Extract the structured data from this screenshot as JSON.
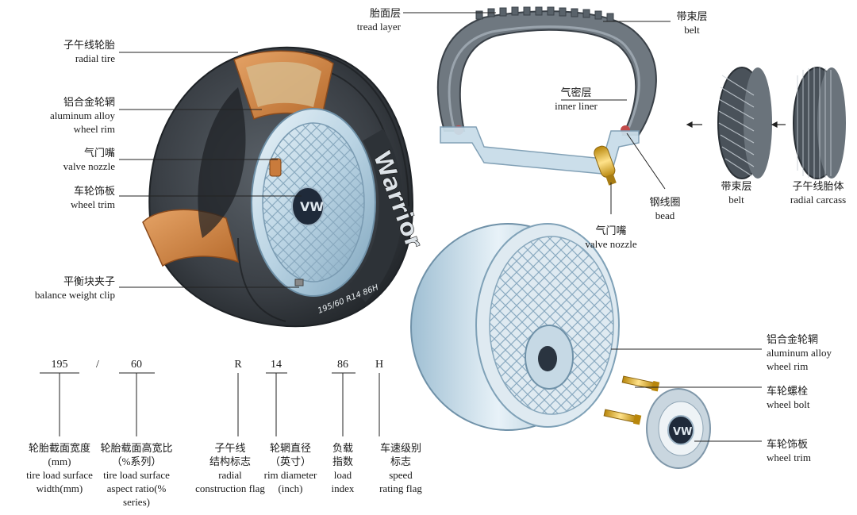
{
  "labels": {
    "radial_tire": {
      "zh": "子午线轮胎",
      "en": "radial tire"
    },
    "aluminum_rim_left": {
      "zh": "铝合金轮辋",
      "en1": "aluminum alloy",
      "en2": "wheel rim"
    },
    "valve_nozzle_left": {
      "zh": "气门嘴",
      "en": "valve nozzle"
    },
    "wheel_trim_left": {
      "zh": "车轮饰板",
      "en": "wheel trim"
    },
    "balance_weight_clip": {
      "zh": "平衡块夹子",
      "en": "balance weight clip"
    },
    "tread_layer": {
      "zh": "胎面层",
      "en": "tread layer"
    },
    "belt_top": {
      "zh": "带束层",
      "en": "belt"
    },
    "inner_liner": {
      "zh": "气密层",
      "en": "inner liner"
    },
    "bead": {
      "zh": "钢线圈",
      "en": "bead"
    },
    "valve_nozzle_right": {
      "zh": "气门嘴",
      "en": "valve nozzle"
    },
    "belt_right": {
      "zh": "带束层",
      "en": "belt"
    },
    "radial_carcass": {
      "zh": "子午线胎体",
      "en": "radial carcass"
    },
    "aluminum_rim_right": {
      "zh": "铝合金轮辋",
      "en1": "aluminum alloy",
      "en2": "wheel rim"
    },
    "wheel_bolt": {
      "zh": "车轮螺栓",
      "en": "wheel bolt"
    },
    "wheel_trim_right": {
      "zh": "车轮饰板",
      "en": "wheel trim"
    }
  },
  "tire_sidewall": {
    "brand": "Warrior",
    "size": "195/60 R14 86H"
  },
  "tire_code": {
    "width": "195",
    "slash": "/",
    "ratio": "60",
    "radial": "R",
    "diameter": "14",
    "load": "86",
    "speed": "H"
  },
  "code_desc": {
    "width": {
      "l1": "轮胎截面宽度",
      "l2": "(mm)",
      "l3": "tire load surface",
      "l4": "width(mm)"
    },
    "ratio": {
      "l1": "轮胎载面高宽比",
      "l2": "（%系列）",
      "l3": "tire load surface",
      "l4": "aspect ratio(%",
      "l5": "series)"
    },
    "radial": {
      "l1": "子午线",
      "l2": "结构标志",
      "l3": "radial",
      "l4": "construction flag"
    },
    "diameter": {
      "l1": "轮辋直径",
      "l2": "（英寸）",
      "l3": "rim diameter",
      "l4": "(inch)"
    },
    "load": {
      "l1": "负载",
      "l2": "指数",
      "l3": "load",
      "l4": "index"
    },
    "speed": {
      "l1": "车速级别",
      "l2": "标志",
      "l3": "speed",
      "l4": "rating flag"
    }
  },
  "colors": {
    "rubber": "#3a3f45",
    "rim": "#b9d3e3",
    "rubber_cut": "#c77a3a",
    "leader": "#222222"
  }
}
